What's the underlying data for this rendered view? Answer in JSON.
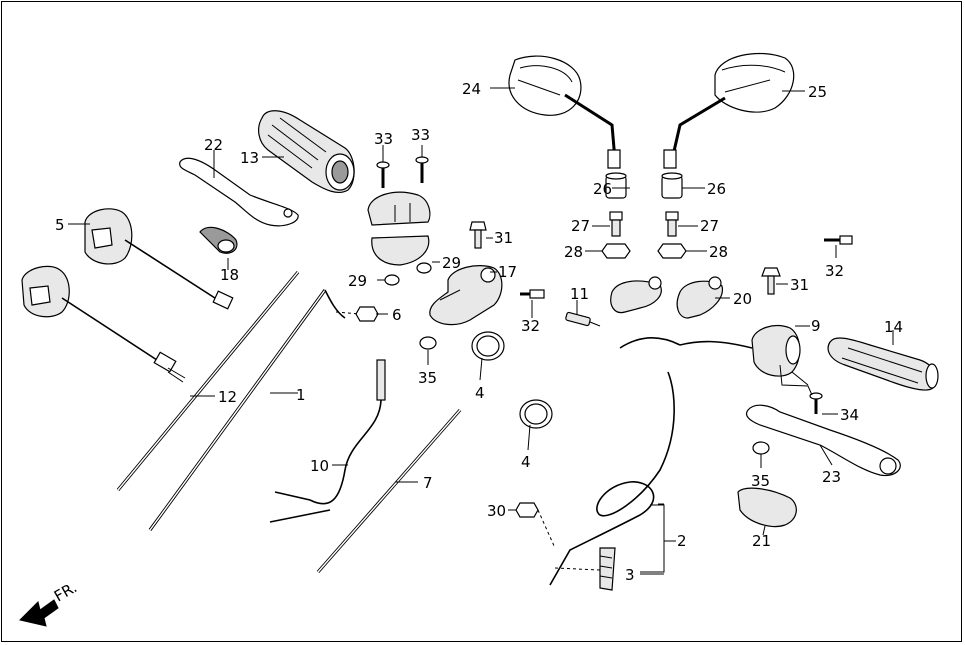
{
  "diagram": {
    "direction_label": "FR.",
    "callouts": [
      "1",
      "2",
      "3",
      "4",
      "4",
      "5",
      "6",
      "7",
      "9",
      "10",
      "11",
      "12",
      "13",
      "14",
      "17",
      "18",
      "20",
      "21",
      "22",
      "23",
      "24",
      "25",
      "26",
      "26",
      "27",
      "27",
      "28",
      "28",
      "29",
      "29",
      "30",
      "31",
      "31",
      "32",
      "32",
      "33",
      "33",
      "34",
      "35",
      "35"
    ]
  }
}
